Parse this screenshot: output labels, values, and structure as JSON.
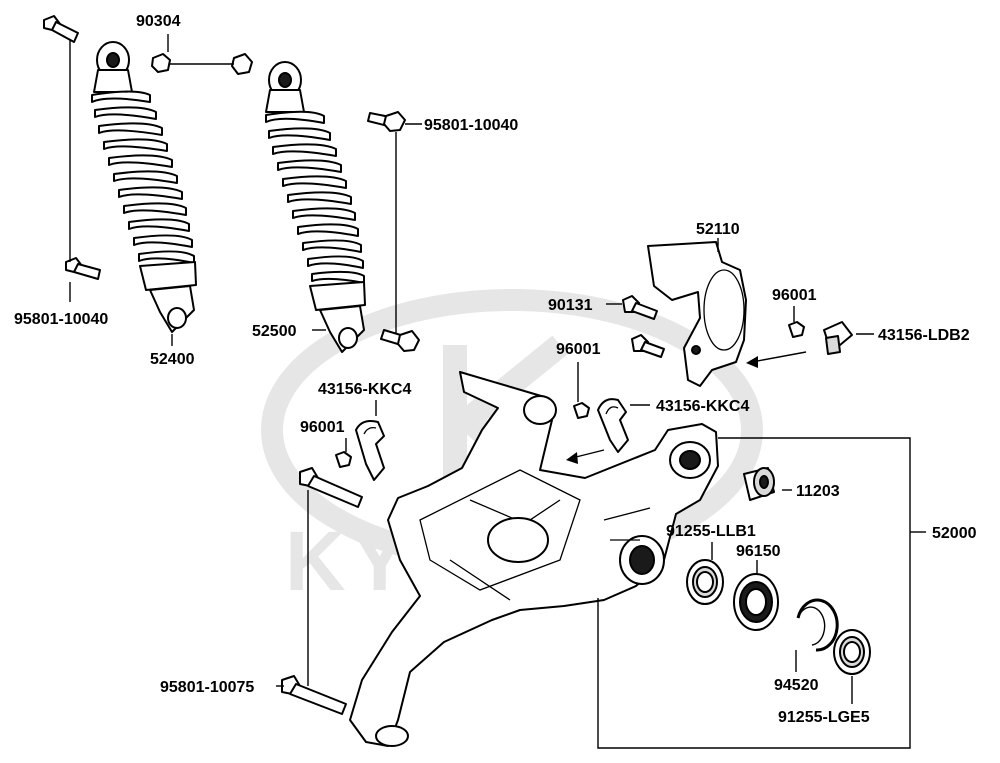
{
  "watermark": {
    "brand": "KYMCO"
  },
  "callouts": [
    {
      "id": "c-90304",
      "text": "90304"
    },
    {
      "id": "c-95801-10040-top",
      "text": "95801-10040"
    },
    {
      "id": "c-95801-10040-left",
      "text": "95801-10040"
    },
    {
      "id": "c-52400",
      "text": "52400"
    },
    {
      "id": "c-52500",
      "text": "52500"
    },
    {
      "id": "c-52110",
      "text": "52110"
    },
    {
      "id": "c-90131",
      "text": "90131"
    },
    {
      "id": "c-96001-right",
      "text": "96001"
    },
    {
      "id": "c-43156-LDB2",
      "text": "43156-LDB2"
    },
    {
      "id": "c-96001-mid",
      "text": "96001"
    },
    {
      "id": "c-43156-KKC4-left",
      "text": "43156-KKC4"
    },
    {
      "id": "c-43156-KKC4-right",
      "text": "43156-KKC4"
    },
    {
      "id": "c-96001-left",
      "text": "96001"
    },
    {
      "id": "c-11203",
      "text": "11203"
    },
    {
      "id": "c-52000",
      "text": "52000"
    },
    {
      "id": "c-91255-LLB1",
      "text": "91255-LLB1"
    },
    {
      "id": "c-96150",
      "text": "96150"
    },
    {
      "id": "c-95801-10075",
      "text": "95801-10075"
    },
    {
      "id": "c-94520",
      "text": "94520"
    },
    {
      "id": "c-91255-LGE5",
      "text": "91255-LGE5"
    }
  ]
}
